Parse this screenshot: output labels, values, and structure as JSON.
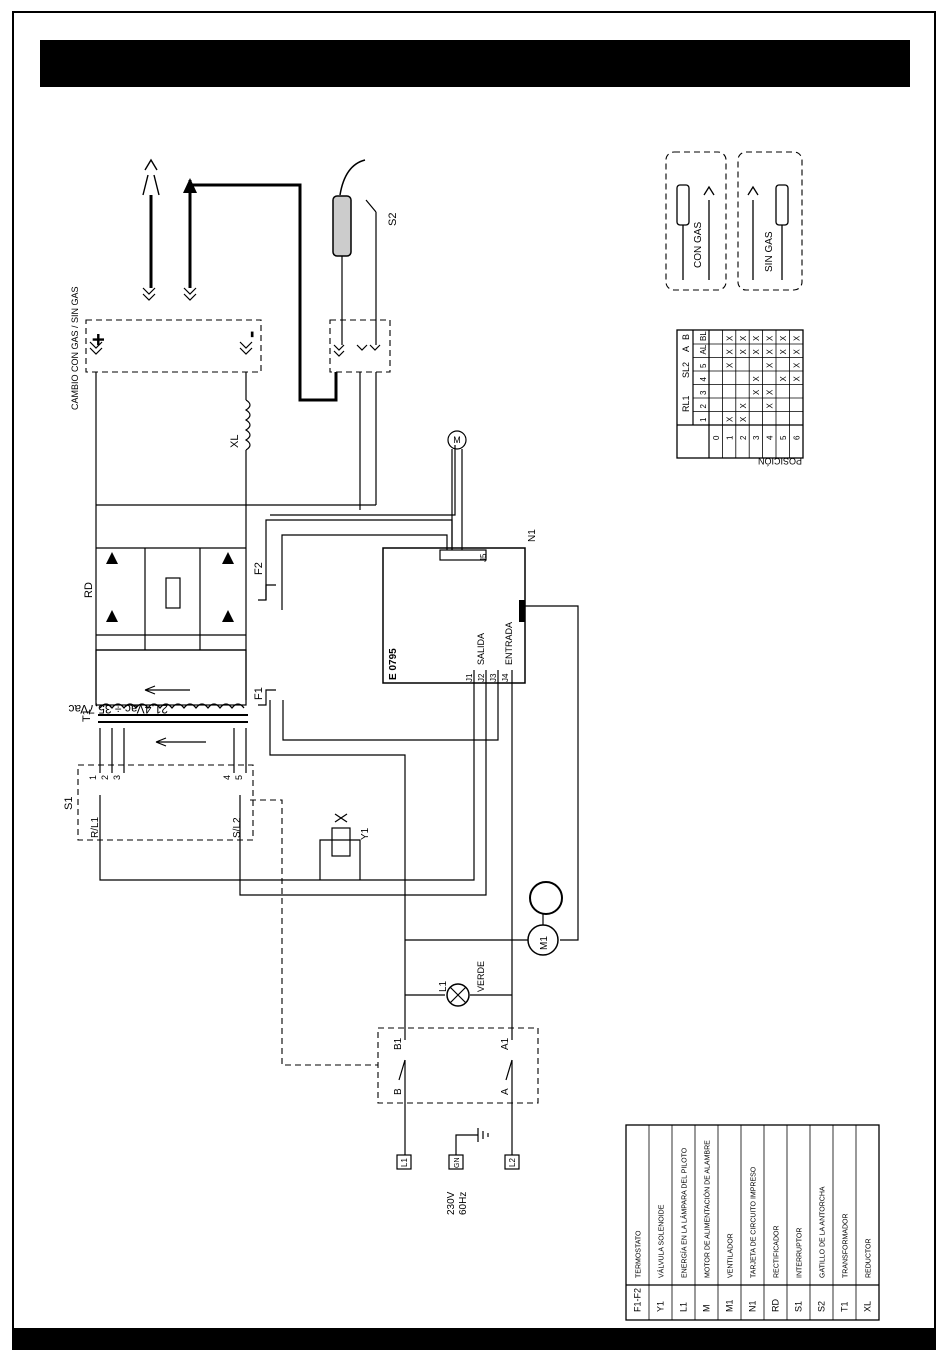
{
  "labels": {
    "cambio_gas": "CAMBIO CON GAS / SIN GAS",
    "plus": "+",
    "minus": "-",
    "xl": "XL",
    "rd": "RD",
    "t1": "T1",
    "s1": "S1",
    "f1": "F1",
    "f2": "F2",
    "s2": "S2",
    "y1": "Y1",
    "l1": "L1",
    "verde": "VERDE",
    "m1": "M1",
    "m": "M",
    "n1": "N1",
    "board_code": "E 0795",
    "salida": "SALIDA",
    "entrada": "ENTRADA",
    "j1": "J1",
    "j2": "J2",
    "j3": "J3",
    "j4": "J4",
    "j5": "J5",
    "r_l1": "R/L1",
    "s_l2": "S/L2",
    "b": "B",
    "b1": "B1",
    "a": "A",
    "a1": "A1",
    "voltage_secondary": "21,4Vac ÷ 35,7Vac",
    "supply_voltage": "230V",
    "supply_freq": "60Hz",
    "term_l1": "L1",
    "term_gn": "GN",
    "term_l2": "L2",
    "t1_taps": [
      "1",
      "2",
      "3",
      "4",
      "5"
    ],
    "con_gas": "CON GAS",
    "sin_gas": "SIN GAS"
  },
  "switch_table": {
    "position_label": "POSICIÓN",
    "rl1_label": "RL1",
    "sl2_label": "SL2",
    "ab_label": "A",
    "b_label": "B",
    "columns": [
      "1",
      "2",
      "3",
      "4",
      "5",
      "AL",
      "BL"
    ],
    "rows": [
      {
        "pos": "0",
        "marks": [
          "",
          "",
          "",
          "",
          "",
          "",
          ""
        ]
      },
      {
        "pos": "1",
        "marks": [
          "X",
          "",
          "",
          "",
          "X",
          "X",
          "X"
        ]
      },
      {
        "pos": "2",
        "marks": [
          "X",
          "X",
          "",
          "",
          "",
          "X",
          "X"
        ]
      },
      {
        "pos": "3",
        "marks": [
          "",
          "",
          "X",
          "X",
          "",
          "X",
          "X"
        ]
      },
      {
        "pos": "4",
        "marks": [
          "",
          "X",
          "X",
          "",
          "X",
          "X",
          "X"
        ]
      },
      {
        "pos": "5",
        "marks": [
          "",
          "",
          "",
          "X",
          "",
          "X",
          "X"
        ]
      },
      {
        "pos": "6",
        "marks": [
          "",
          "",
          "",
          "X",
          "X",
          "X",
          "X"
        ]
      }
    ]
  },
  "legend": [
    {
      "code": "F1-F2",
      "desc": "TERMOSTATO"
    },
    {
      "code": "Y1",
      "desc": "VÁLVULA SOLENOIDE"
    },
    {
      "code": "L1",
      "desc": "ENERGÍA EN LA LÁMPARA DEL PILOTO"
    },
    {
      "code": "M",
      "desc": "MOTOR DE ALIMENTACIÓN DE ALAMBRE"
    },
    {
      "code": "M1",
      "desc": "VENTILADOR"
    },
    {
      "code": "N1",
      "desc": "TARJETA DE CIRCUITO IMPRESO"
    },
    {
      "code": "RD",
      "desc": "RECTIFICADOR"
    },
    {
      "code": "S1",
      "desc": "INTERRUPTOR"
    },
    {
      "code": "S2",
      "desc": "GATILLO DE LA ANTORCHA"
    },
    {
      "code": "T1",
      "desc": "TRANSFORMADOR"
    },
    {
      "code": "XL",
      "desc": "REDUCTOR"
    }
  ]
}
